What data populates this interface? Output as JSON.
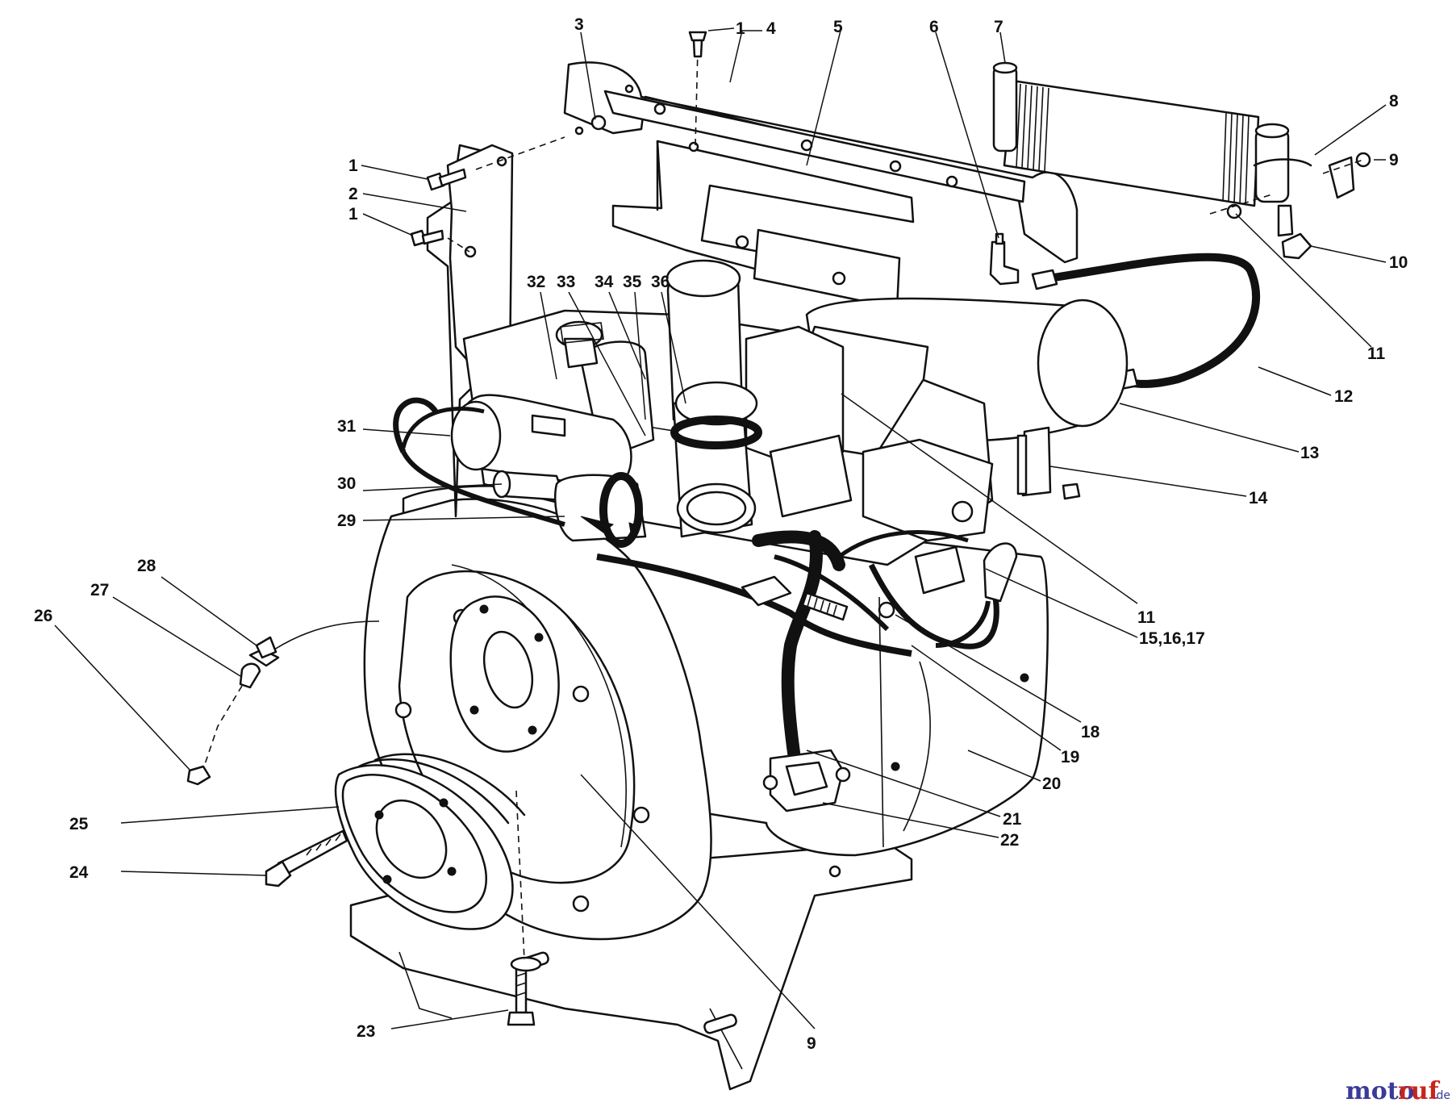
{
  "diagram": {
    "callouts": [
      {
        "id": "c1a",
        "text": "1"
      },
      {
        "id": "c1b",
        "text": "1"
      },
      {
        "id": "c1c",
        "text": "1"
      },
      {
        "id": "c2",
        "text": "2"
      },
      {
        "id": "c3",
        "text": "3"
      },
      {
        "id": "c4",
        "text": "4"
      },
      {
        "id": "c5",
        "text": "5"
      },
      {
        "id": "c6",
        "text": "6"
      },
      {
        "id": "c7",
        "text": "7"
      },
      {
        "id": "c8",
        "text": "8"
      },
      {
        "id": "c9a",
        "text": "9"
      },
      {
        "id": "c9b",
        "text": "9"
      },
      {
        "id": "c10",
        "text": "10"
      },
      {
        "id": "c11a",
        "text": "11"
      },
      {
        "id": "c11b",
        "text": "11"
      },
      {
        "id": "c12",
        "text": "12"
      },
      {
        "id": "c13",
        "text": "13"
      },
      {
        "id": "c14",
        "text": "14"
      },
      {
        "id": "c15",
        "text": "15,16,17"
      },
      {
        "id": "c18",
        "text": "18"
      },
      {
        "id": "c19",
        "text": "19"
      },
      {
        "id": "c20",
        "text": "20"
      },
      {
        "id": "c21",
        "text": "21"
      },
      {
        "id": "c22",
        "text": "22"
      },
      {
        "id": "c23",
        "text": "23"
      },
      {
        "id": "c24",
        "text": "24"
      },
      {
        "id": "c25",
        "text": "25"
      },
      {
        "id": "c26",
        "text": "26"
      },
      {
        "id": "c27",
        "text": "27"
      },
      {
        "id": "c28",
        "text": "28"
      },
      {
        "id": "c29",
        "text": "29"
      },
      {
        "id": "c30",
        "text": "30"
      },
      {
        "id": "c31",
        "text": "31"
      },
      {
        "id": "c32",
        "text": "32"
      },
      {
        "id": "c33",
        "text": "33"
      },
      {
        "id": "c34",
        "text": "34"
      },
      {
        "id": "c35",
        "text": "35"
      },
      {
        "id": "c36",
        "text": "36"
      }
    ]
  },
  "watermark": {
    "part1": "moto",
    "part2": "ruf",
    "suffix": ".de"
  }
}
